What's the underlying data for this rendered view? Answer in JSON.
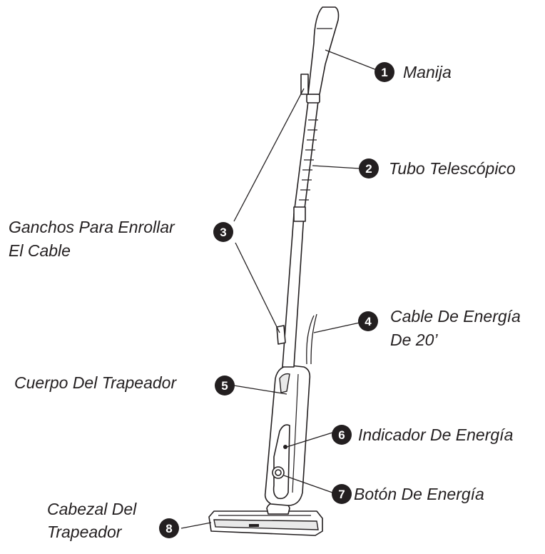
{
  "parts": [
    {
      "number": "1",
      "label": "Manija"
    },
    {
      "number": "2",
      "label": "Tubo Telescópico"
    },
    {
      "number": "3",
      "label_lines": [
        "Ganchos Para Enrollar",
        "El Cable"
      ]
    },
    {
      "number": "4",
      "label_lines": [
        "Cable De Energía",
        "De 20’"
      ]
    },
    {
      "number": "5",
      "label": "Cuerpo Del Trapeador"
    },
    {
      "number": "6",
      "label": "Indicador De Energía"
    },
    {
      "number": "7",
      "label": "Botón De Energía"
    },
    {
      "number": "8",
      "label_lines": [
        "Cabezal Del",
        "Trapeador"
      ]
    }
  ],
  "colors": {
    "ink": "#231f20",
    "background": "#ffffff"
  }
}
